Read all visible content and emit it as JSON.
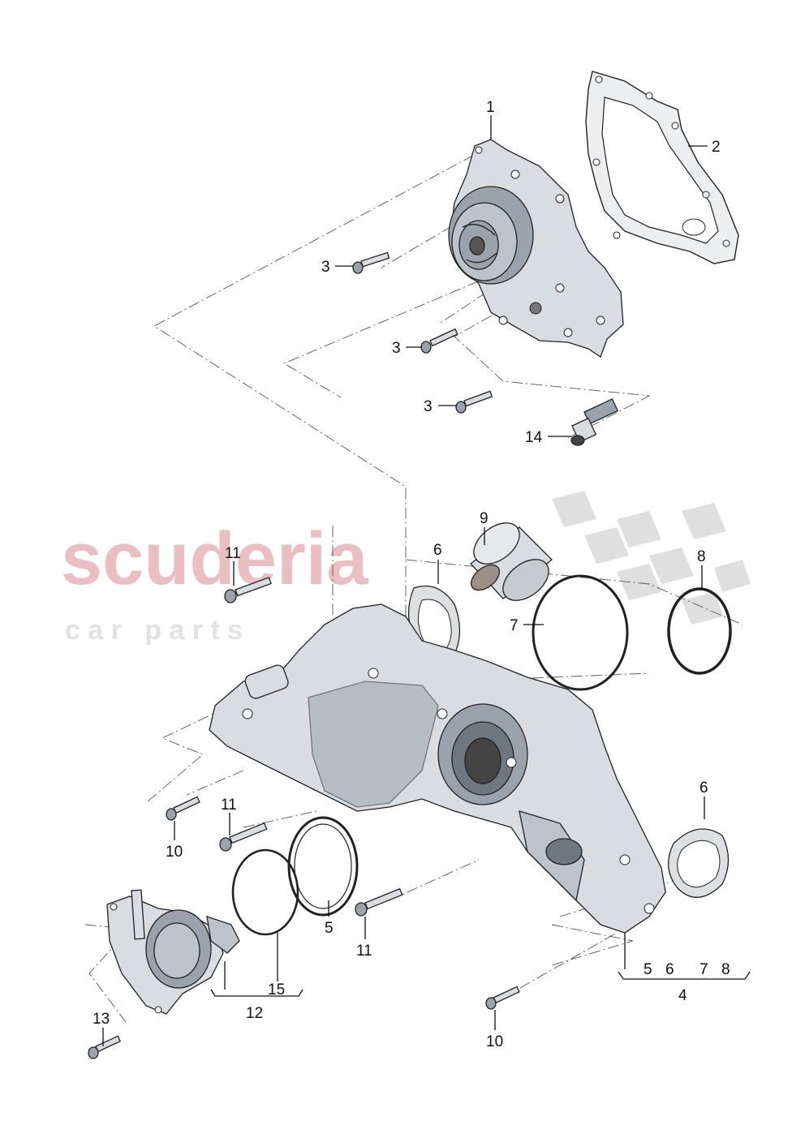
{
  "watermark": {
    "brand": "scuderia",
    "sub": "c a r   p a r t s",
    "brand_color": "#e8b4b8",
    "sub_color": "#e4e4e4"
  },
  "callouts": {
    "c1": "1",
    "c2": "2",
    "c3a": "3",
    "c3b": "3",
    "c3c": "3",
    "c14": "14",
    "c9": "9",
    "c6a": "6",
    "c11a": "11",
    "c8": "8",
    "c7": "7",
    "c6b": "6",
    "c10a": "10",
    "c11b": "11",
    "c5": "5",
    "c11c": "11",
    "c15": "15",
    "c12": "12",
    "c13": "13",
    "c10b": "10",
    "g4_5": "5",
    "g4_6": "6",
    "g4_7": "7",
    "g4_8": "8",
    "c4": "4"
  },
  "colors": {
    "line": "#111111",
    "metal": "#d9dde2",
    "metal_dark": "#9aa3ab"
  }
}
